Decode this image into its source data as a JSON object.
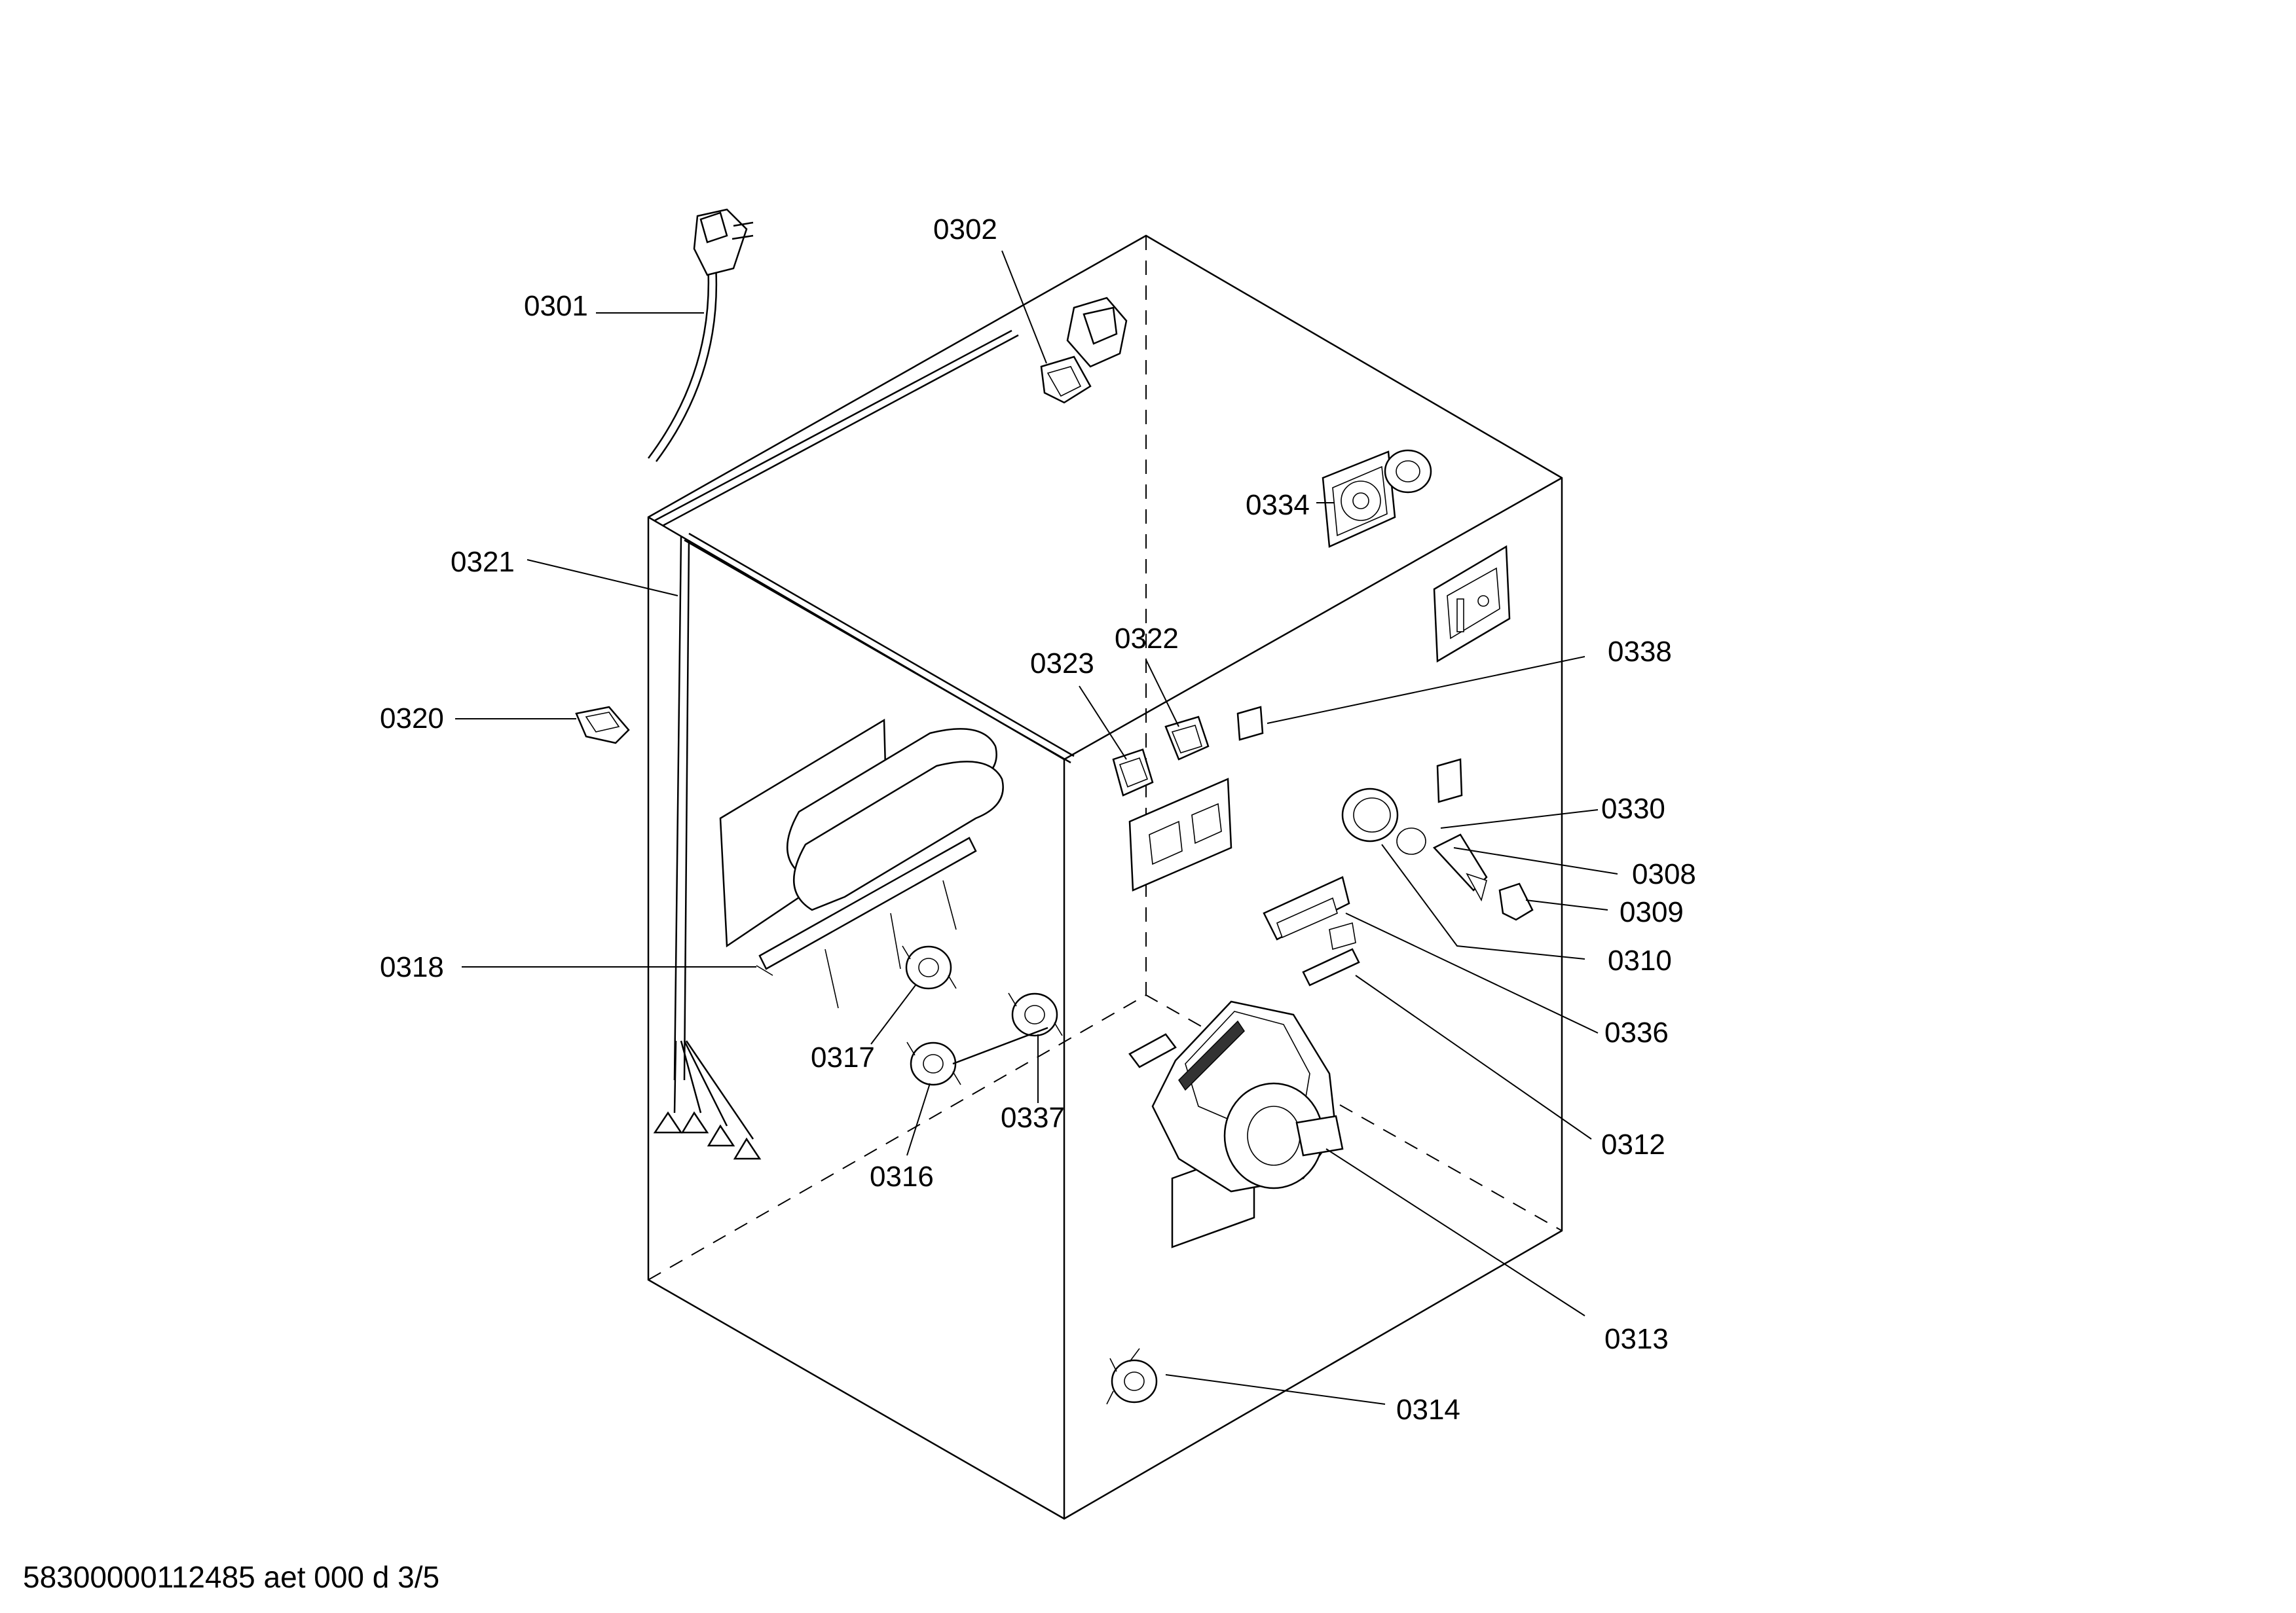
{
  "callouts": [
    {
      "id": "0301"
    },
    {
      "id": "0302"
    },
    {
      "id": "0334"
    },
    {
      "id": "0321"
    },
    {
      "id": "0338"
    },
    {
      "id": "0323"
    },
    {
      "id": "0322"
    },
    {
      "id": "0320"
    },
    {
      "id": "0330"
    },
    {
      "id": "0308"
    },
    {
      "id": "0309"
    },
    {
      "id": "0310"
    },
    {
      "id": "0318"
    },
    {
      "id": "0336"
    },
    {
      "id": "0317"
    },
    {
      "id": "0337"
    },
    {
      "id": "0316"
    },
    {
      "id": "0312"
    },
    {
      "id": "0313"
    },
    {
      "id": "0314"
    }
  ],
  "footer": {
    "text": "58300000112485 aet 000 d 3/5"
  }
}
